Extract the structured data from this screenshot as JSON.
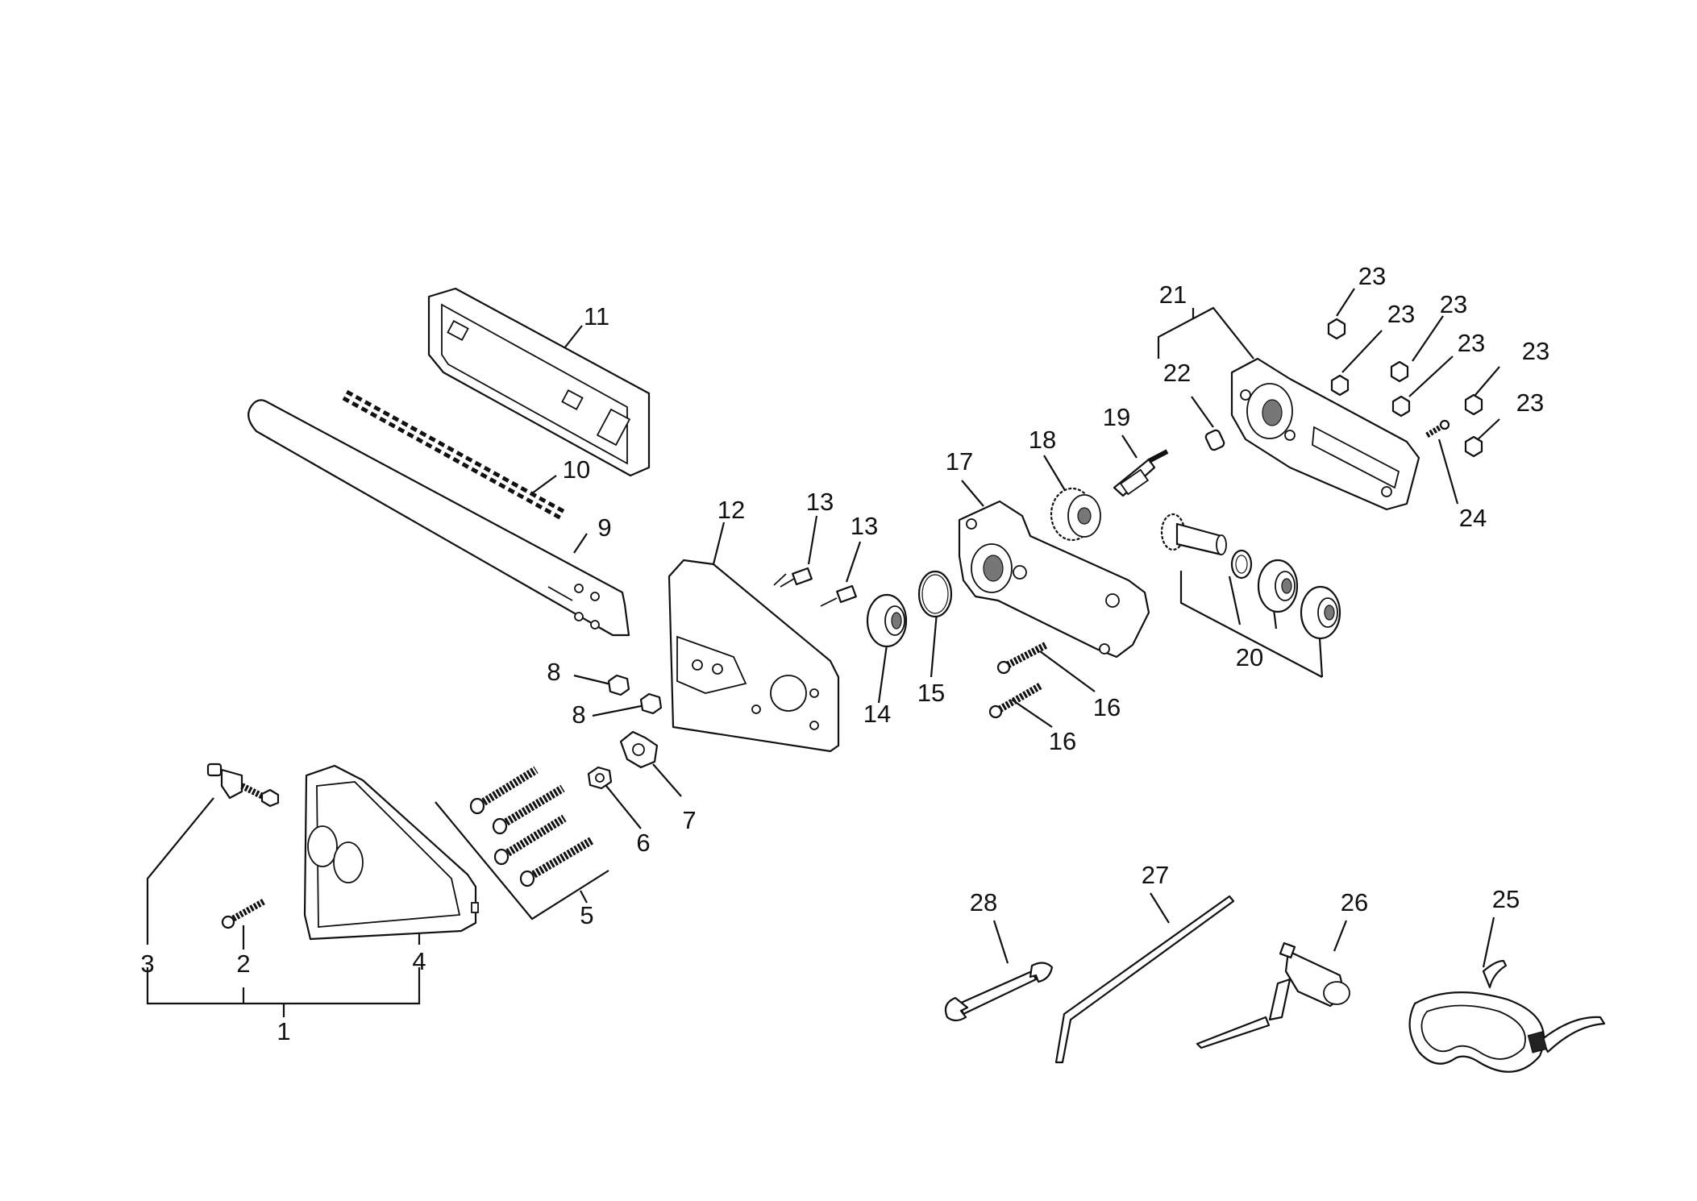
{
  "diagram": {
    "callouts": [
      {
        "id": "p1",
        "text": "1"
      },
      {
        "id": "p2",
        "text": "2"
      },
      {
        "id": "p3",
        "text": "3"
      },
      {
        "id": "p4",
        "text": "4"
      },
      {
        "id": "p5",
        "text": "5"
      },
      {
        "id": "p6",
        "text": "6"
      },
      {
        "id": "p7",
        "text": "7"
      },
      {
        "id": "p8a",
        "text": "8"
      },
      {
        "id": "p8b",
        "text": "8"
      },
      {
        "id": "p9",
        "text": "9"
      },
      {
        "id": "p10",
        "text": "10"
      },
      {
        "id": "p11",
        "text": "11"
      },
      {
        "id": "p12",
        "text": "12"
      },
      {
        "id": "p13a",
        "text": "13"
      },
      {
        "id": "p13b",
        "text": "13"
      },
      {
        "id": "p14",
        "text": "14"
      },
      {
        "id": "p15",
        "text": "15"
      },
      {
        "id": "p16a",
        "text": "16"
      },
      {
        "id": "p16b",
        "text": "16"
      },
      {
        "id": "p17",
        "text": "17"
      },
      {
        "id": "p18",
        "text": "18"
      },
      {
        "id": "p19",
        "text": "19"
      },
      {
        "id": "p20",
        "text": "20"
      },
      {
        "id": "p21",
        "text": "21"
      },
      {
        "id": "p22",
        "text": "22"
      },
      {
        "id": "p23a",
        "text": "23"
      },
      {
        "id": "p23b",
        "text": "23"
      },
      {
        "id": "p23c",
        "text": "23"
      },
      {
        "id": "p23d",
        "text": "23"
      },
      {
        "id": "p23e",
        "text": "23"
      },
      {
        "id": "p23f",
        "text": "23"
      },
      {
        "id": "p24",
        "text": "24"
      },
      {
        "id": "p25",
        "text": "25"
      },
      {
        "id": "p26",
        "text": "26"
      },
      {
        "id": "p27",
        "text": "27"
      },
      {
        "id": "p28",
        "text": "28"
      }
    ]
  }
}
